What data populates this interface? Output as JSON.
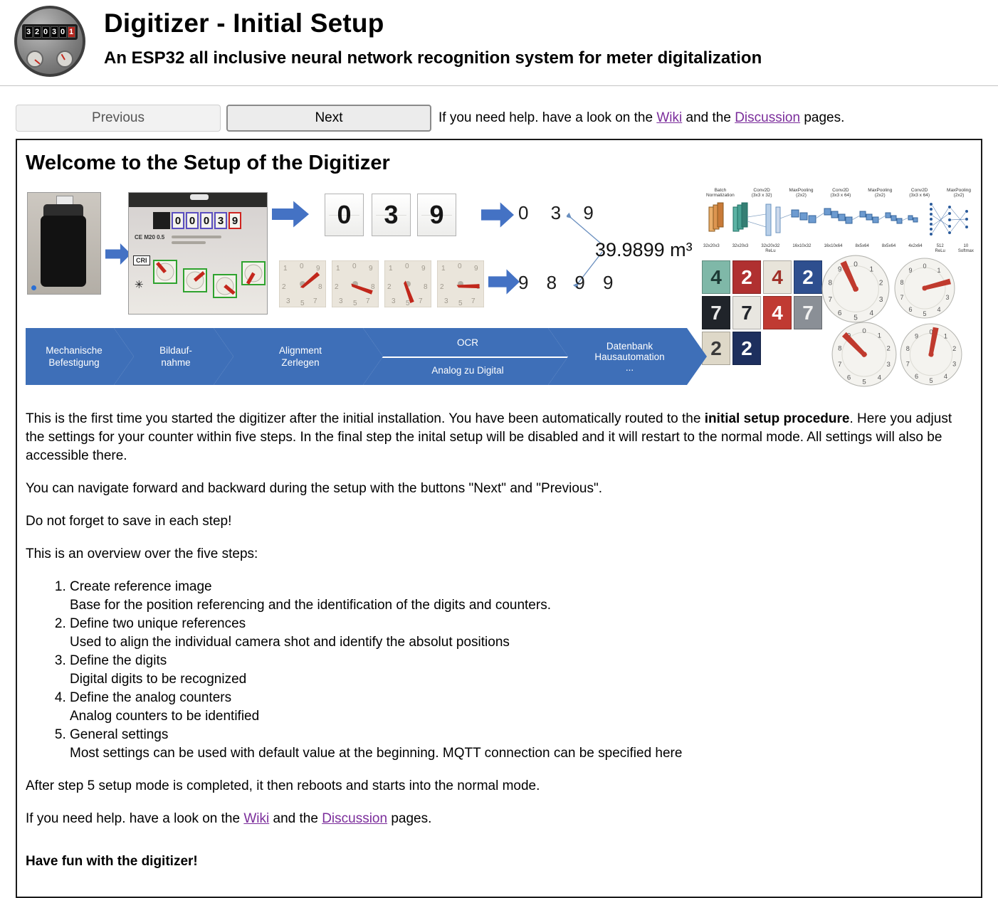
{
  "colors": {
    "blue": "#4472C4",
    "chevron": "#3e6fb8",
    "link": "#7b2d9b"
  },
  "header": {
    "title": "Digitizer - Initial Setup",
    "subtitle": "An ESP32 all inclusive neural network recognition system for meter digitalization"
  },
  "logo": {
    "digits": "320301"
  },
  "nav": {
    "previous": "Previous",
    "next": "Next"
  },
  "help_line": {
    "prefix": "If you need help. have a look on the ",
    "wiki": "Wiki",
    "mid": " and the ",
    "discussion": "Discussion",
    "suffix": " pages."
  },
  "content": {
    "heading": "Welcome to the Setup of the Digitizer",
    "intro": {
      "part1": "This is the first time you started the digitizer after the initial installation. You have been automatically routed to the ",
      "bold": "initial setup procedure",
      "part2": ". Here you adjust the settings for your counter within five steps. In the final step the inital setup will be disabled and it will restart to the normal mode. All settings will also be accessible there."
    },
    "p_navigate": "You can navigate forward and backward during the setup with the buttons \"Next\" and \"Previous\".",
    "p_save": "Do not forget to save in each step!",
    "p_overview": "This is an overview over the five steps:",
    "steps": [
      {
        "title": "Create reference image",
        "desc": "Base for the position referencing and the identification of the digits and counters."
      },
      {
        "title": "Define two unique references",
        "desc": "Used to align the individual camera shot and identify the absolut positions"
      },
      {
        "title": "Define the digits",
        "desc": "Digital digits to be recognized"
      },
      {
        "title": "Define the analog counters",
        "desc": "Analog counters to be identified"
      },
      {
        "title": "General settings",
        "desc": "Most settings can be used with default value at the beginning. MQTT connection can be specified here"
      }
    ],
    "p_after": "After step 5 setup mode is completed, it then reboots and starts into the normal mode.",
    "closing": "Have fun with the digitizer!"
  },
  "illustration": {
    "meter_window_digits": "00039",
    "meter_labels": {
      "ce": "CE M20 0.5",
      "cri": "CRI"
    },
    "digit_crops": [
      "0",
      "3",
      "9"
    ],
    "ocr_digits_top": "0 3 9",
    "ocr_digits_bottom": "9 8 9 9",
    "meter_reading": "39.9899 m³",
    "process_steps": [
      {
        "lines": [
          "Mechanische",
          "Befestigung"
        ]
      },
      {
        "lines": [
          "Bildauf-",
          "nahme"
        ]
      },
      {
        "lines": [
          "Alignment",
          "Zerlegen"
        ]
      },
      {
        "top": "OCR",
        "bottom": "Analog zu Digital"
      },
      {
        "lines": [
          "Datenbank",
          "Hausautomation",
          "..."
        ]
      }
    ],
    "nn": {
      "top_labels": [
        "Batch\nNormalization",
        "Conv2D\n(3x3 x 32)",
        "MaxPooling\n(2x2)",
        "Conv2D\n(3x3 x 64)",
        "MaxPooling\n(2x2)",
        "Conv2D\n(3x3 x 64)",
        "MaxPooling\n(2x2)"
      ],
      "bottom_labels": [
        "32x20x3",
        "32x20x3",
        "32x20x32\nReLu",
        "16x10x32",
        "16x10x64",
        "8x5x64",
        "8x5x64",
        "4x2x64",
        "512\nReLu",
        "10\nSoftmax"
      ]
    },
    "digit_tiles": [
      {
        "d": "4",
        "bg": "#7fb8a8",
        "fg": "#1d3a35"
      },
      {
        "d": "2",
        "bg": "#b03030",
        "fg": "#ffffff"
      },
      {
        "d": "4",
        "bg": "#e8e4da",
        "fg": "#a03028"
      },
      {
        "d": "2",
        "bg": "#2e4f8f",
        "fg": "#ffffff"
      },
      {
        "d": "7",
        "bg": "#20242a",
        "fg": "#e8e8e8"
      },
      {
        "d": "7",
        "bg": "#e8e6e0",
        "fg": "#23262c"
      },
      {
        "d": "4",
        "bg": "#c03a32",
        "fg": "#ffffff"
      },
      {
        "d": "7",
        "bg": "#8a8f96",
        "fg": "#f0f0f0"
      },
      {
        "d": "2",
        "bg": "#ded8c8",
        "fg": "#3a3a3a"
      },
      {
        "d": "2",
        "bg": "#1d2f5e",
        "fg": "#ffffff"
      }
    ]
  }
}
